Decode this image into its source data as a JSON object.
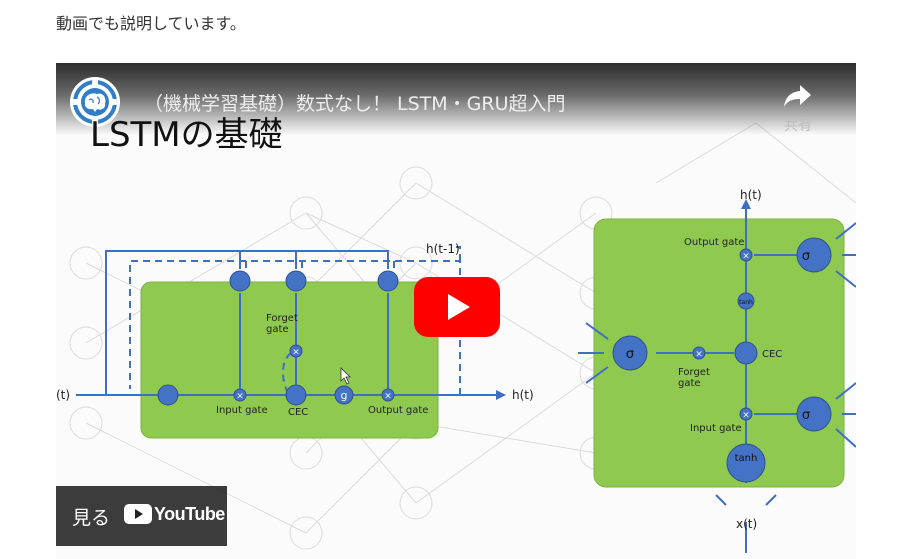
{
  "page": {
    "intro_text": "動画でも説明しています。"
  },
  "video": {
    "title": "（機械学習基礎）数式なし！ LSTM・GRU超入門",
    "share_label": "共有",
    "watch_label": "見る",
    "youtube_label": "YouTube"
  },
  "slide": {
    "title": "LSTMの基礎",
    "left_diagram": {
      "h_prev": "h(t-1)",
      "input": "(t)",
      "output": "h(t)",
      "forget_gate": "Forget\ngate",
      "input_gate": "Input gate",
      "cec": "CEC",
      "g": "g",
      "output_gate": "Output gate",
      "mult": "×"
    },
    "right_diagram": {
      "h_top": "h(t)",
      "output_gate": "Output gate",
      "sigma": "σ",
      "tanh": "tanh",
      "cec": "CEC",
      "forget_gate": "Forget\ngate",
      "input_gate": "Input gate",
      "x_bottom": "x(t)",
      "mult": "×"
    }
  },
  "colors": {
    "cell_green": "#8fc94f",
    "node_blue": "#4472c4",
    "arrow_blue": "#3f6fc0",
    "play_red": "#ff0000"
  }
}
